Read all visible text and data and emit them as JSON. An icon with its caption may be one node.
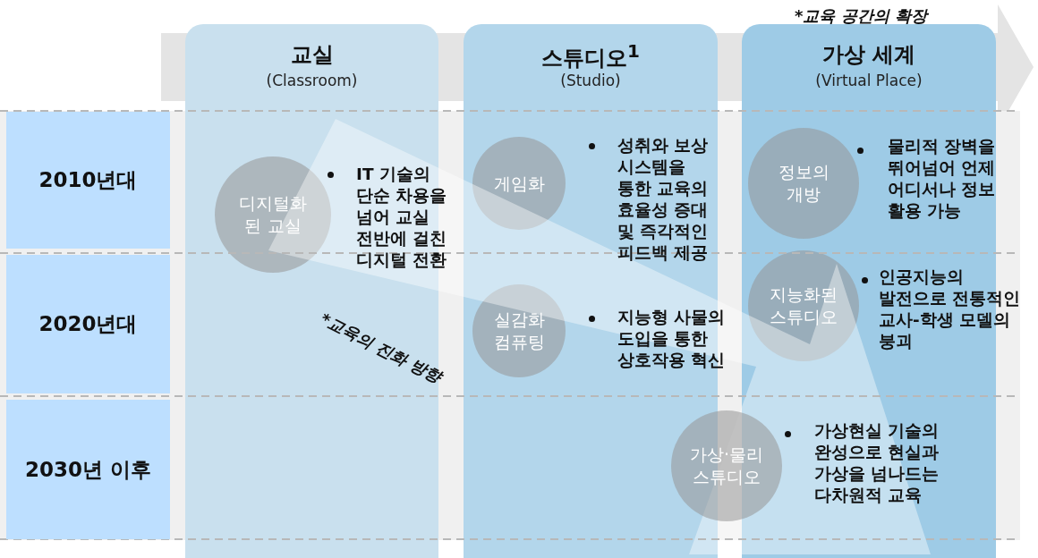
{
  "diagram": {
    "nodes": [
      {
        "text": [
          "교실",
          "(Classroom)"
        ]
      },
      {
        "text": [
          "스튜디오$^{1}$",
          "(Studio)"
        ]
      },
      {
        "text": [
          "가상 세계",
          "(Virtual Place)"
        ]
      },
      {
        "text": [
          "2010년대"
        ]
      },
      {
        "text": [
          "2020년대"
        ]
      },
      {
        "text": [
          "2030년 이후"
        ]
      },
      {
        "text": [
          "디지털화 된 교실"
        ],
        "in": 0,
        "beside": [
          "IT 기술의 단순 차용을 넘어 교실 전반에 걸친 디지털 전환"
        ]
      },
      {
        "text": [
          "게임화"
        ],
        "in": 1,
        "beside": [
          "성취와 보상 시스템을 통한 교육의 효율성 증대 및 즉각적인 피드백 제공"
        ]
      },
      {
        "text": [
          "정보의 개방"
        ],
        "in": 2,
        "beside": [
          "물리적 장벽을 뛰어넘어 언제 어디서나 정보 활용 가능"
        ]
      },
      {
        "text": [
          "실감화 컴퓨팅"
        ],
        "in": 1
      },
      {
        "text": [
          "지능화된 스튜디오"
        ],
        "in": 2,
        "beside": [
          "인공지능의 발전으로 전통적인 교사-학생 모델의 붕괴"
        ]
      },
      {
        "text": [
          "가상·물리 스튜디오"
        ],
        "beside": [
          "가상현실 기술의 완성으로 현실과 가상을 넘나드는 다차원적 교육"
        ]
      }
    ],
    "labels": [
      "*교육 공간의 확장",
      "지능형 사물의 도입을 통한 상호작용 혁신",
      "*교육의 진화 방향"
    ]
  }
}
